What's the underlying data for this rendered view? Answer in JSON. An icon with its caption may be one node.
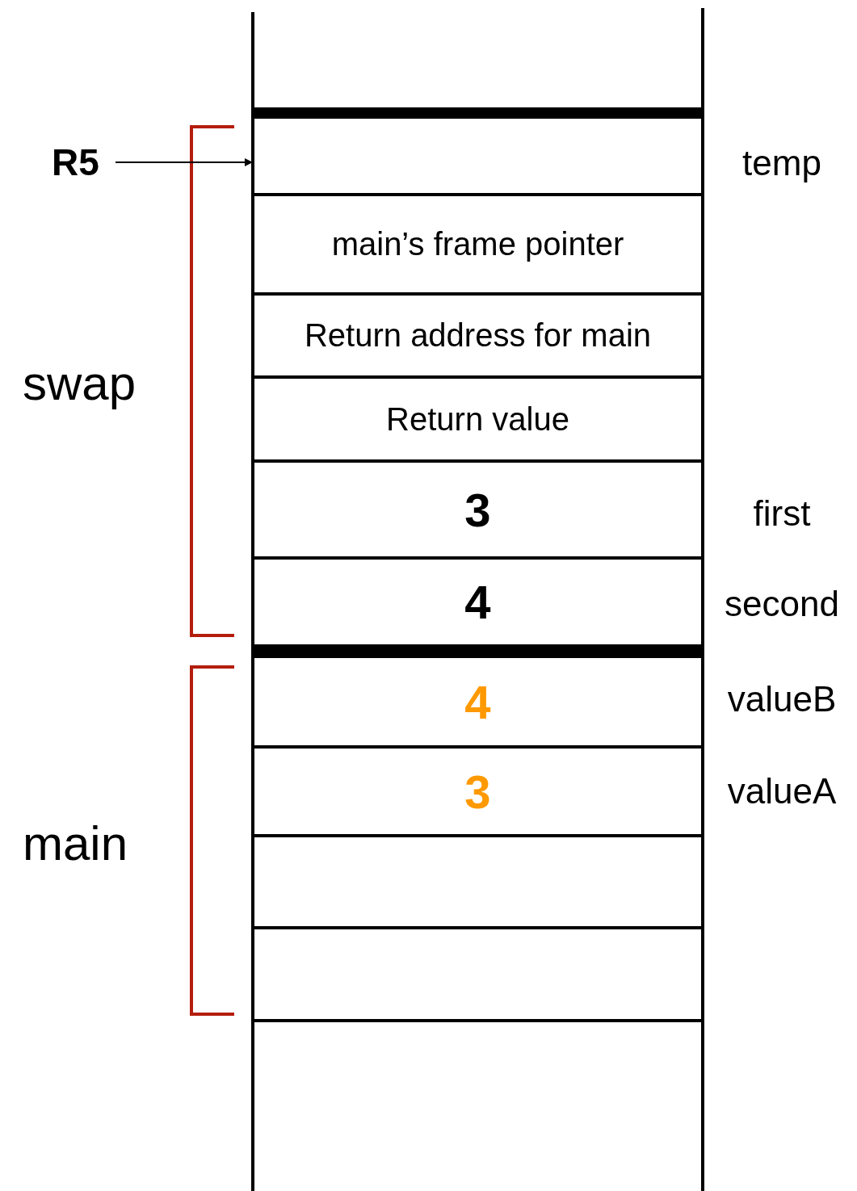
{
  "diagram": {
    "nodes": [
      {
        "text": [],
        "shape": "box",
        "beside": [
          "temp"
        ]
      },
      {
        "text": [
          "main’s frame pointer"
        ]
      },
      {
        "text": [
          "Return address for main"
        ]
      },
      {
        "text": [
          "Return value"
        ]
      },
      {
        "text": [
          "3"
        ],
        "beside": [
          "first"
        ]
      },
      {
        "text": [
          "4"
        ],
        "beside": [
          "second"
        ]
      },
      {
        "text": [
          "4"
        ],
        "beside": [
          "valueB"
        ]
      },
      {
        "text": [
          "3"
        ],
        "beside": [
          "valueA"
        ]
      },
      {
        "text": [],
        "shape": "box"
      },
      {
        "text": [],
        "shape": "box"
      },
      {
        "text": [
          "R5"
        ]
      }
    ],
    "edges": [
      {
        "from": 10,
        "to": 0,
        "arrow": "to"
      }
    ],
    "labels": [
      "swap",
      "main"
    ]
  }
}
